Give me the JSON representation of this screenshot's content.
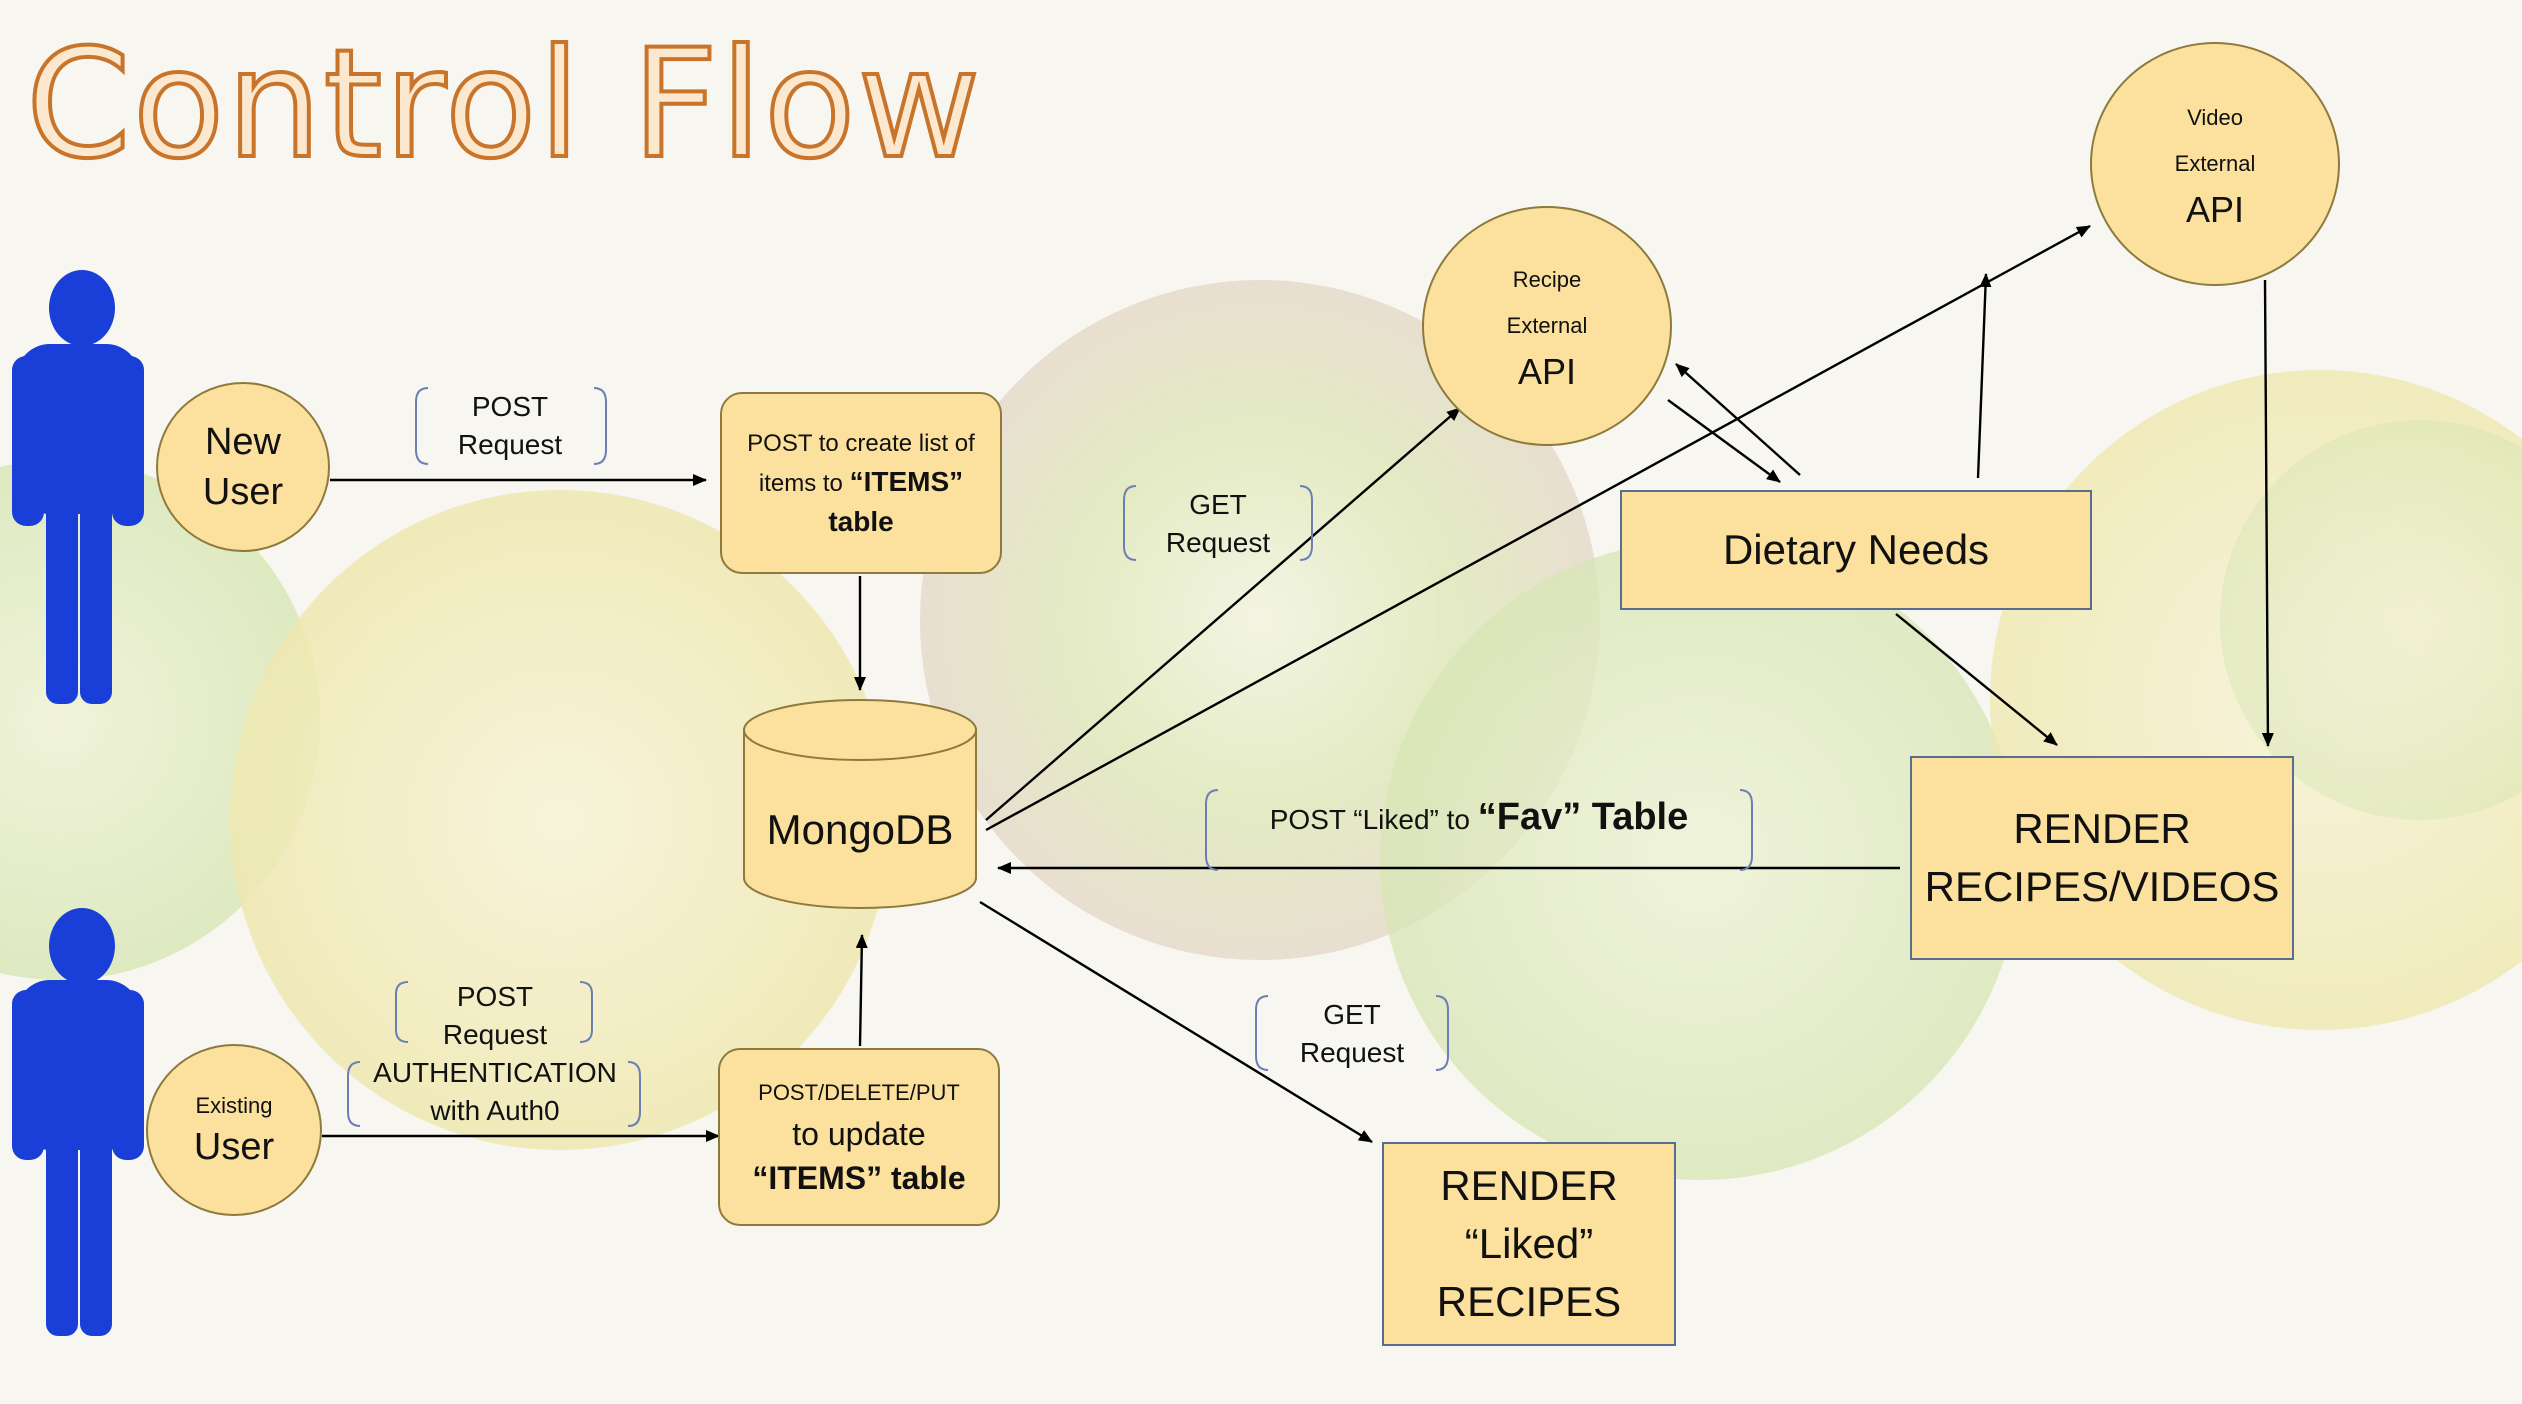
{
  "title": "Control Flow",
  "nodes": {
    "new_user": {
      "line1": "New",
      "line2": "User"
    },
    "existing_user": {
      "line1": "Existing",
      "line2": "User"
    },
    "post_create": {
      "line1": "POST to create list of",
      "line2": "items to ",
      "line2_bold": "“ITEMS”",
      "line3": "table"
    },
    "post_update": {
      "line1": "POST/DELETE/PUT",
      "line2": "to update",
      "line3": "“ITEMS” table"
    },
    "mongodb": {
      "label": "MongoDB"
    },
    "recipe_api": {
      "line1": "Recipe",
      "line2": "External",
      "line3": "API"
    },
    "video_api": {
      "line1": "Video",
      "line2": "External",
      "line3": "API"
    },
    "dietary": {
      "label": "Dietary Needs"
    },
    "render_rv": {
      "line1": "RENDER",
      "line2": "RECIPES/VIDEOS"
    },
    "render_liked": {
      "line1": "RENDER",
      "line2": "“Liked”",
      "line3": "RECIPES"
    }
  },
  "edge_labels": {
    "post_request_new": {
      "line1": "POST",
      "line2": "Request"
    },
    "post_request_auth": {
      "line1": "POST",
      "line2": "Request",
      "line3": "AUTHENTICATION",
      "line4": "with Auth0"
    },
    "get_request_top": {
      "line1": "GET",
      "line2": "Request"
    },
    "get_request_bottom": {
      "line1": "GET",
      "line2": "Request"
    },
    "post_liked": {
      "prefix": "POST “Liked” to ",
      "bold": "“Fav” Table"
    }
  },
  "colors": {
    "node_fill": "#fbe19d",
    "title_fill": "#fbe8cf",
    "title_stroke": "#c8742a",
    "person": "#1a3fd8"
  }
}
